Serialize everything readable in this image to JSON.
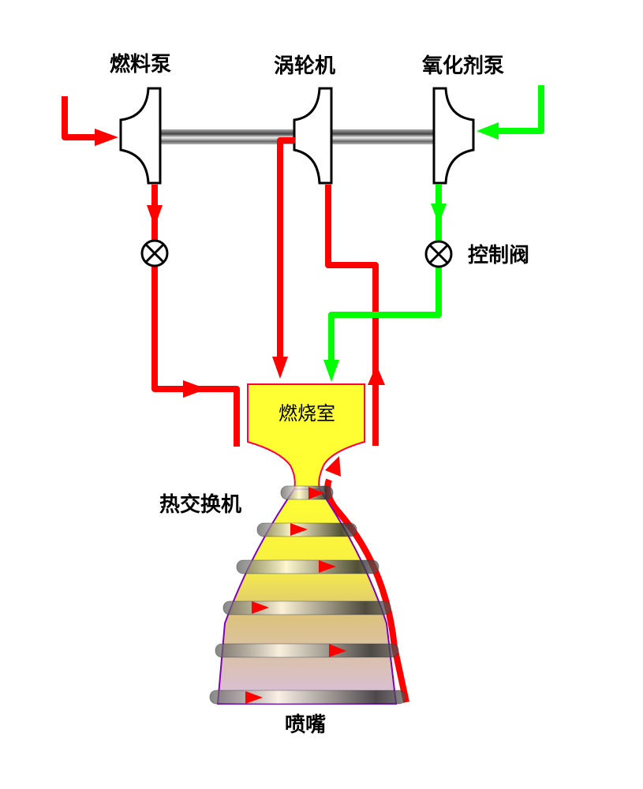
{
  "labels": {
    "fuel_pump": "燃料泵",
    "turbine": "涡轮机",
    "oxidizer_pump": "氧化剂泵",
    "control_valve": "控制阀",
    "combustion_chamber": "燃烧室",
    "heat_exchanger": "热交换机",
    "nozzle": "喷嘴"
  },
  "colors": {
    "fuel_line": "#ff0000",
    "oxidizer_line": "#00ff00",
    "chamber_fill": "#ffff33",
    "nozzle_bottom_fill": "#d8c0e0",
    "nozzle_edge": "#8000c0"
  }
}
